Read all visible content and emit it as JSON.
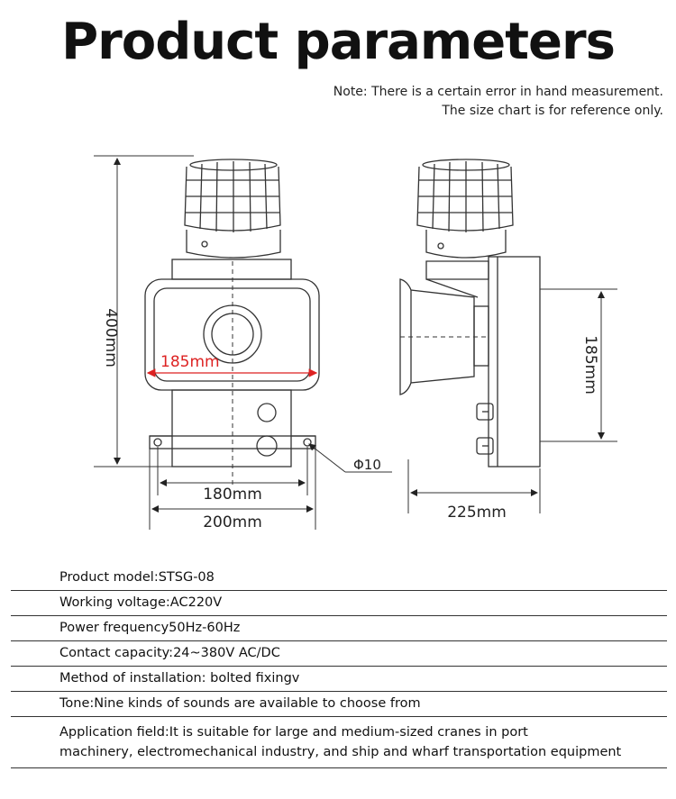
{
  "header": {
    "title": "Product parameters",
    "note_line1": "Note: There is a certain error in hand measurement.",
    "note_line2": "The size chart is for reference only."
  },
  "drawing": {
    "dim_height": "400mm",
    "dim_horn_width": "185mm",
    "dim_mount_spacing": "180mm",
    "dim_base_width": "200mm",
    "dim_hole": "Φ10",
    "dim_side_height": "185mm",
    "dim_depth": "225mm"
  },
  "specs": [
    "Product model:STSG-08",
    "Working voltage:AC220V",
    "Power frequency50Hz-60Hz",
    "Contact capacity:24~380V AC/DC",
    "Method of installation: bolted fixingv",
    "Tone:Nine kinds of sounds are available to choose from",
    "Application field:It is suitable for large and medium-sized cranes in port",
    "machinery, electromechanical industry, and ship and  wharf transportation equipment"
  ]
}
